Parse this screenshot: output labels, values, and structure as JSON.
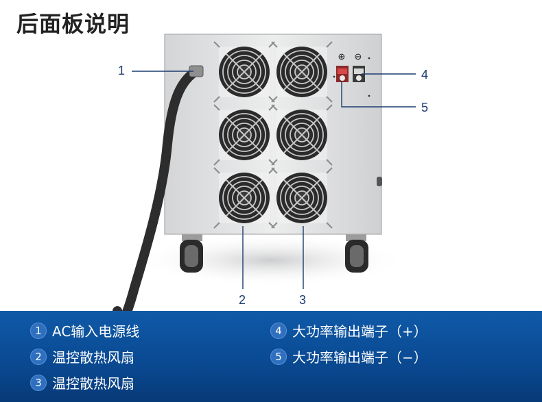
{
  "title": "后面板说明",
  "callouts": [
    "1",
    "2",
    "3",
    "4",
    "5"
  ],
  "legend": [
    {
      "num": "1",
      "label": "AC输入电源线"
    },
    {
      "num": "2",
      "label": "温控散热风扇"
    },
    {
      "num": "3",
      "label": "温控散热风扇"
    },
    {
      "num": "4",
      "label": "大功率输出端子（+）"
    },
    {
      "num": "5",
      "label": "大功率输出端子（−）"
    }
  ],
  "terminal_symbols": {
    "positive": "⊕",
    "negative": "⊖"
  },
  "colors": {
    "legend_bg": "#0a4a93",
    "callout_line": "#1a3d6e",
    "panel": "#e6e7e9",
    "fan": "#2e2e2e"
  }
}
